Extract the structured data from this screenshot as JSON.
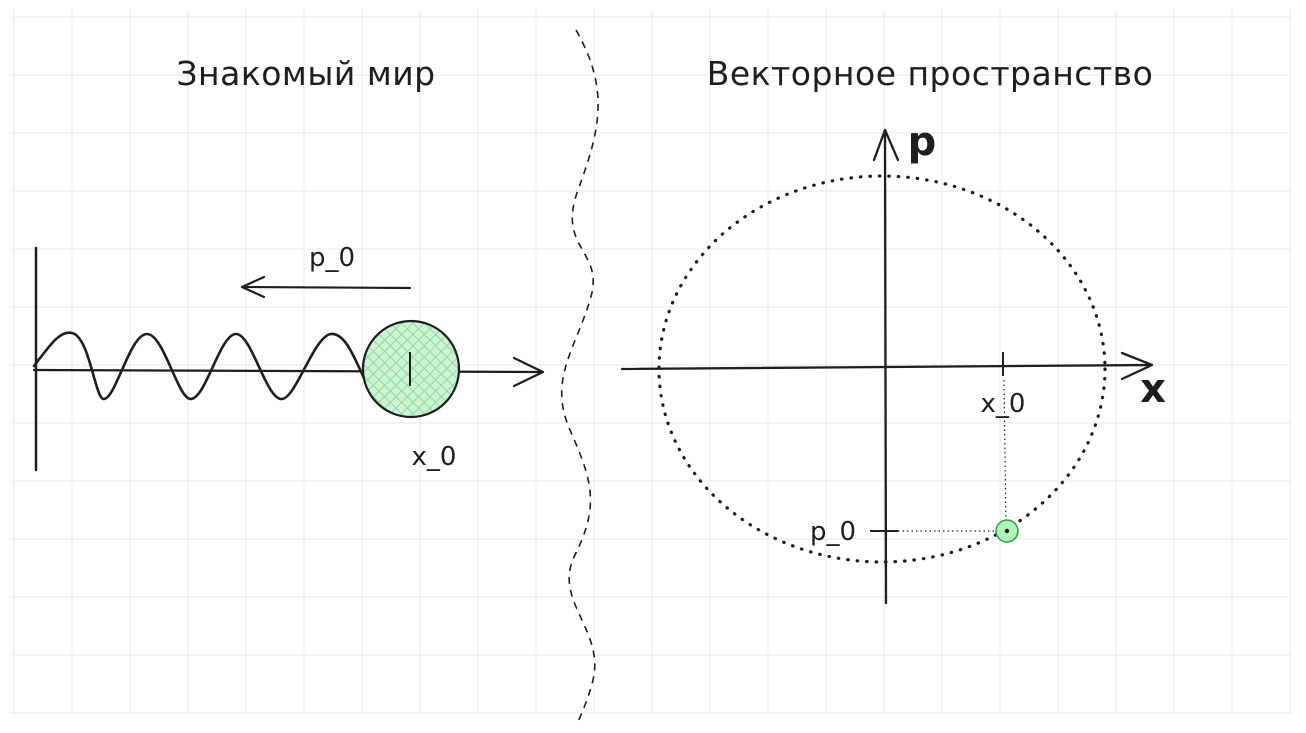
{
  "left_panel": {
    "title": "Знакомый мир",
    "momentum_label": "p_0",
    "position_label": "x_0"
  },
  "right_panel": {
    "title": "Векторное пространство",
    "axis_x_label": "x",
    "axis_p_label": "p",
    "x_tick_label": "x_0",
    "p_tick_label": "p_0"
  },
  "colors": {
    "ink": "#1e1e1e",
    "grid": "#ececec",
    "particle_fill": "#b2f2bb",
    "particle_stroke": "#2f9e44"
  }
}
